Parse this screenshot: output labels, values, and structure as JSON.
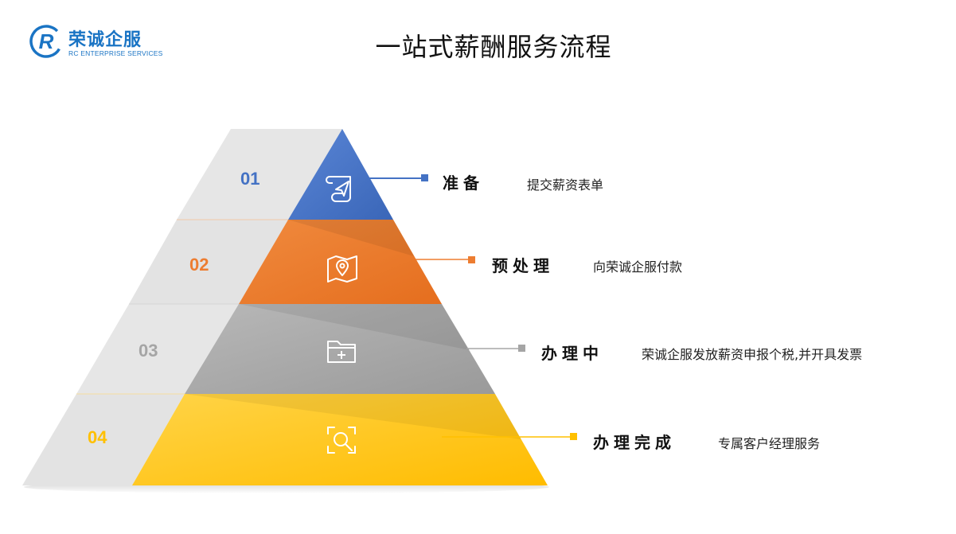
{
  "logo": {
    "name": "荣诚企服",
    "subtitle": "RC ENTERPRISE SERVICES",
    "mark": "R"
  },
  "title": "一站式薪酬服务流程",
  "colors": {
    "brand": "#1a74c4",
    "stage1": "#4472c4",
    "stage2": "#ed7d31",
    "stage3": "#a5a5a5",
    "stage4": "#ffc000",
    "side": "#e3e3e3"
  },
  "stages": [
    {
      "number": "01",
      "label": "准备",
      "description": "提交薪资表单",
      "icon": "scroll-paper-plane-icon"
    },
    {
      "number": "02",
      "label": "预处理",
      "description": "向荣诚企服付款",
      "icon": "map-pin-icon"
    },
    {
      "number": "03",
      "label": "办理中",
      "description": "荣诚企服发放薪资申报个税,并开具发票",
      "icon": "folder-add-icon"
    },
    {
      "number": "04",
      "label": "办理完成",
      "description": "专属客户经理服务",
      "icon": "scan-search-icon"
    }
  ]
}
